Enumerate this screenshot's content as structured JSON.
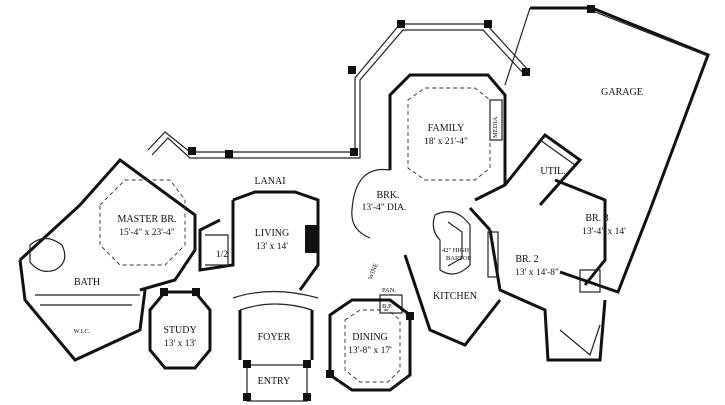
{
  "rooms": {
    "garage": {
      "name": "GARAGE"
    },
    "family": {
      "name": "FAMILY",
      "dims": "18' x 21'-4\""
    },
    "media": {
      "name": "MEDIA"
    },
    "lanai": {
      "name": "LANAI"
    },
    "util": {
      "name": "UTIL."
    },
    "brk": {
      "name": "BRK.",
      "dims": "13'-4\" DIA."
    },
    "br3": {
      "name": "BR. 3",
      "dims": "13'-4\" x 14'"
    },
    "master": {
      "name": "MASTER BR.",
      "dims": "15'-4\" x 23'-4\""
    },
    "living": {
      "name": "LIVING",
      "dims": "13' x 14'"
    },
    "half_bath": {
      "name": "1/2"
    },
    "bartop": {
      "line1": "42\" HIGH",
      "line2": "BARTOP"
    },
    "br2": {
      "name": "BR. 2",
      "dims": "13' x 14'-8\""
    },
    "wine": {
      "name": "WINE"
    },
    "pan": {
      "name": "PAN."
    },
    "bath": {
      "name": "BATH"
    },
    "kitchen": {
      "name": "KITCHEN"
    },
    "bp": {
      "name": "B.P."
    },
    "wic": {
      "name": "W.I.C."
    },
    "study": {
      "name": "STUDY",
      "dims": "13' x 13'"
    },
    "foyer": {
      "name": "FOYER"
    },
    "dining": {
      "name": "DINING",
      "dims": "13'-8\" x 17'"
    },
    "entry": {
      "name": "ENTRY"
    }
  }
}
